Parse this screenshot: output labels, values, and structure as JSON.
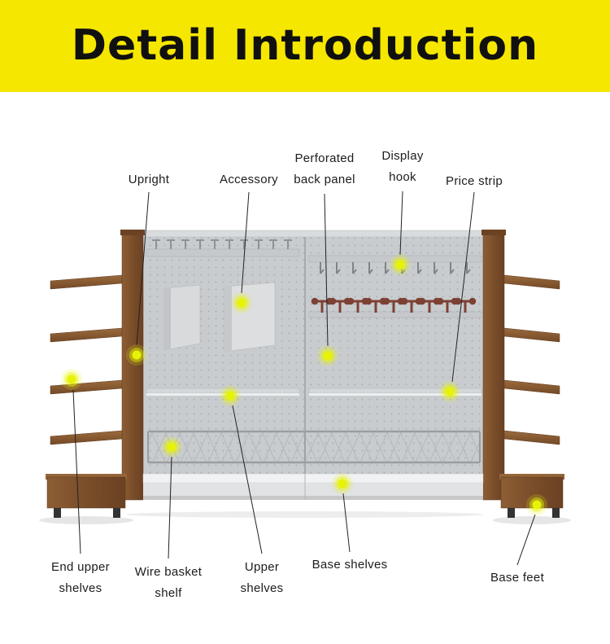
{
  "header": {
    "title": "Detail Introduction"
  },
  "colors": {
    "header_bg": "#f6e700",
    "header_text": "#101010",
    "marker": "#e7f306",
    "wood": "#7a4e2a",
    "panel_gray": "#c9cccf",
    "hook_red": "#7d4134"
  },
  "callouts": {
    "upright": {
      "lines": [
        "Upright"
      ]
    },
    "accessory": {
      "lines": [
        "Accessory"
      ]
    },
    "perforated_back_panel": {
      "lines": [
        "Perforated",
        "back panel"
      ]
    },
    "display_hook": {
      "lines": [
        "Display",
        "hook"
      ]
    },
    "price_strip": {
      "lines": [
        "Price strip"
      ]
    },
    "end_upper_shelves": {
      "lines": [
        "End upper",
        "shelves"
      ]
    },
    "wire_basket_shelf": {
      "lines": [
        "Wire basket",
        "shelf"
      ]
    },
    "upper_shelves": {
      "lines": [
        "Upper",
        "shelves"
      ]
    },
    "base_shelves": {
      "lines": [
        "Base shelves"
      ]
    },
    "base_feet": {
      "lines": [
        "Base feet"
      ]
    }
  }
}
